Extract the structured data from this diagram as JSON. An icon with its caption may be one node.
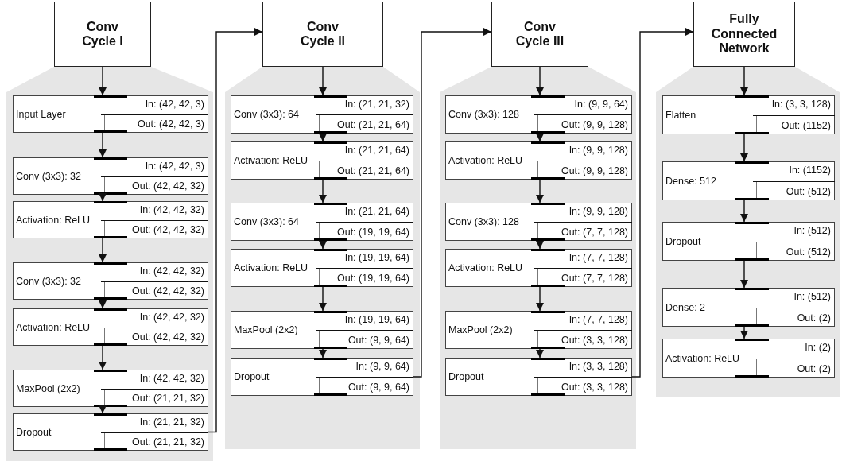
{
  "diagram": {
    "nodes": [
      {
        "text": [
          "Conv Cycle I"
        ]
      },
      {
        "text": [],
        "shape": "band"
      },
      {
        "text": [
          "Input Layer",
          "In: (42, 42, 3)",
          "Out: (42, 42, 3)"
        ],
        "in": 1
      },
      {
        "text": [
          "Conv (3x3): 32",
          "In: (42, 42, 3)",
          "Out: (42, 42, 32)"
        ],
        "in": 1
      },
      {
        "text": [
          "Activation: ReLU",
          "In: (42, 42, 32)",
          "Out: (42, 42, 32)"
        ],
        "in": 1
      },
      {
        "text": [
          "Conv (3x3): 32",
          "In: (42, 42, 32)",
          "Out: (42, 42, 32)"
        ],
        "in": 1
      },
      {
        "text": [
          "Activation: ReLU",
          "In: (42, 42, 32)",
          "Out: (42, 42, 32)"
        ],
        "in": 1
      },
      {
        "text": [
          "MaxPool (2x2)",
          "In: (42, 42, 32)",
          "Out: (21, 21, 32)"
        ],
        "in": 1
      },
      {
        "text": [
          "Dropout",
          "In: (21, 21, 32)",
          "Out: (21, 21, 32)"
        ],
        "in": 1
      },
      {
        "text": [
          "Conv Cycle II"
        ]
      },
      {
        "text": [],
        "shape": "band"
      },
      {
        "text": [
          "Conv (3x3): 64",
          "In: (21, 21, 32)",
          "Out: (21, 21, 64)"
        ],
        "in": 10
      },
      {
        "text": [
          "Activation: ReLU",
          "In: (21, 21, 64)",
          "Out: (21, 21, 64)"
        ],
        "in": 10
      },
      {
        "text": [
          "Conv (3x3): 64",
          "In: (21, 21, 64)",
          "Out: (19, 19, 64)"
        ],
        "in": 10
      },
      {
        "text": [
          "Activation: ReLU",
          "In: (19, 19, 64)",
          "Out: (19, 19, 64)"
        ],
        "in": 10
      },
      {
        "text": [
          "MaxPool (2x2)",
          "In: (19, 19, 64)",
          "Out: (9, 9, 64)"
        ],
        "in": 10
      },
      {
        "text": [
          "Dropout",
          "In: (9, 9, 64)",
          "Out: (9, 9, 64)"
        ],
        "in": 10
      },
      {
        "text": [
          "Conv Cycle III"
        ]
      },
      {
        "text": [],
        "shape": "band"
      },
      {
        "text": [
          "Conv (3x3): 128",
          "In: (9, 9, 64)",
          "Out: (9, 9, 128)"
        ],
        "in": 18
      },
      {
        "text": [
          "Activation: ReLU",
          "In: (9, 9, 128)",
          "Out: (9, 9, 128)"
        ],
        "in": 18
      },
      {
        "text": [
          "Conv (3x3): 128",
          "In: (9, 9, 128)",
          "Out: (7, 7, 128)"
        ],
        "in": 18
      },
      {
        "text": [
          "Activation: ReLU",
          "In: (7, 7, 128)",
          "Out: (7, 7, 128)"
        ],
        "in": 18
      },
      {
        "text": [
          "MaxPool (2x2)",
          "In: (7, 7, 128)",
          "Out: (3, 3, 128)"
        ],
        "in": 18
      },
      {
        "text": [
          "Dropout",
          "In: (3, 3, 128)",
          "Out: (3, 3, 128)"
        ],
        "in": 18
      },
      {
        "text": [
          "Fully Connected Network"
        ]
      },
      {
        "text": [],
        "shape": "band"
      },
      {
        "text": [
          "Flatten",
          "In: (3, 3, 128)",
          "Out: (1152)"
        ],
        "in": 26
      },
      {
        "text": [
          "Dense: 512",
          "In: (1152)",
          "Out: (512)"
        ],
        "in": 26
      },
      {
        "text": [
          "Dropout",
          "In: (512)",
          "Out: (512)"
        ],
        "in": 26
      },
      {
        "text": [
          "Dense: 2",
          "In: (512)",
          "Out: (2)"
        ],
        "in": 26
      },
      {
        "text": [
          "Activation: ReLU",
          "In: (2)",
          "Out: (2)"
        ],
        "in": 26
      }
    ],
    "edges": [
      {
        "from": 0,
        "to": 2,
        "arrow": "to"
      },
      {
        "from": 2,
        "to": 3,
        "arrow": "to"
      },
      {
        "from": 3,
        "to": 4,
        "arrow": "to"
      },
      {
        "from": 4,
        "to": 5,
        "arrow": "to"
      },
      {
        "from": 5,
        "to": 6,
        "arrow": "to"
      },
      {
        "from": 6,
        "to": 7,
        "arrow": "to"
      },
      {
        "from": 7,
        "to": 8,
        "arrow": "to"
      },
      {
        "from": 8,
        "to": 9,
        "arrow": "to"
      },
      {
        "from": 9,
        "to": 11,
        "arrow": "to"
      },
      {
        "from": 11,
        "to": 12,
        "arrow": "to"
      },
      {
        "from": 12,
        "to": 13,
        "arrow": "to"
      },
      {
        "from": 13,
        "to": 14,
        "arrow": "to"
      },
      {
        "from": 14,
        "to": 15,
        "arrow": "to"
      },
      {
        "from": 15,
        "to": 16,
        "arrow": "to"
      },
      {
        "from": 16,
        "to": 17,
        "arrow": "to"
      },
      {
        "from": 17,
        "to": 19,
        "arrow": "to"
      },
      {
        "from": 19,
        "to": 20,
        "arrow": "to"
      },
      {
        "from": 20,
        "to": 21,
        "arrow": "to"
      },
      {
        "from": 21,
        "to": 22,
        "arrow": "to"
      },
      {
        "from": 22,
        "to": 23,
        "arrow": "to"
      },
      {
        "from": 23,
        "to": 24,
        "arrow": "to"
      },
      {
        "from": 24,
        "to": 25,
        "arrow": "to"
      },
      {
        "from": 25,
        "to": 27,
        "arrow": "to"
      },
      {
        "from": 27,
        "to": 28,
        "arrow": "to"
      },
      {
        "from": 28,
        "to": 29,
        "arrow": "to"
      },
      {
        "from": 29,
        "to": 30,
        "arrow": "to"
      },
      {
        "from": 30,
        "to": 31,
        "arrow": "to"
      }
    ]
  }
}
